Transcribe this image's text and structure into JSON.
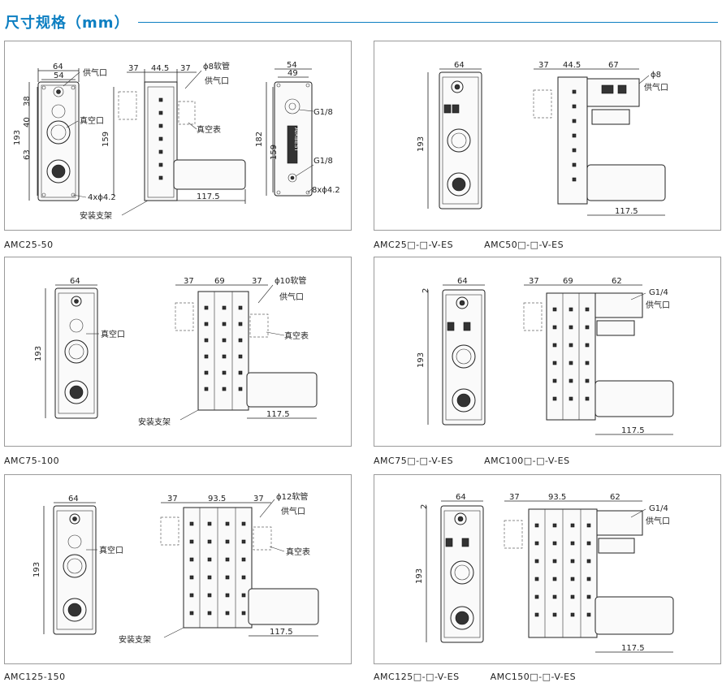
{
  "section_title": "尺寸规格（mm）",
  "panels": [
    {
      "caption": [
        "AMC25-50"
      ],
      "dims": {
        "a": "64",
        "b": "54",
        "c": "38",
        "d": "40",
        "e": "63",
        "h": "193",
        "i": "159",
        "j": "37",
        "k": "44.5",
        "l": "37",
        "m": "54",
        "n": "49",
        "o": "182",
        "p": "159",
        "q": "117.5"
      },
      "labels": {
        "supply": "供气口",
        "vacuum": "真空口",
        "hose": "ϕ8软管",
        "supply2": "供气口",
        "gauge": "真空表",
        "bracket": "安装支架",
        "holes": "4xϕ4.2",
        "g1": "G1/8",
        "g2": "G1/8",
        "holes2": "8xϕ4.2",
        "brand": "AIRBEST"
      }
    },
    {
      "caption": [
        "AMC25□-□-V-ES",
        "AMC50□-□-V-ES"
      ],
      "dims": {
        "a": "64",
        "h": "193",
        "j": "37",
        "k": "44.5",
        "l": "67",
        "q": "117.5"
      },
      "labels": {
        "phi": "ϕ8",
        "supply": "供气口"
      }
    },
    {
      "caption": [
        "AMC75-100"
      ],
      "dims": {
        "a": "64",
        "h": "193",
        "j": "37",
        "k": "69",
        "l": "37",
        "q": "117.5"
      },
      "labels": {
        "vacuum": "真空口",
        "hose": "ϕ10软管",
        "supply": "供气口",
        "gauge": "真空表",
        "bracket": "安装支架"
      }
    },
    {
      "caption": [
        "AMC75□-□-V-ES",
        "AMC100□-□-V-ES"
      ],
      "dims": {
        "a": "64",
        "t": "2",
        "h": "193",
        "j": "37",
        "k": "69",
        "l": "62",
        "q": "117.5"
      },
      "labels": {
        "g": "G1/4",
        "supply": "供气口"
      }
    },
    {
      "caption": [
        "AMC125-150"
      ],
      "dims": {
        "a": "64",
        "h": "193",
        "j": "37",
        "k": "93.5",
        "l": "37",
        "q": "117.5"
      },
      "labels": {
        "vacuum": "真空口",
        "hose": "ϕ12软管",
        "supply": "供气口",
        "gauge": "真空表",
        "bracket": "安装支架"
      }
    },
    {
      "caption": [
        "AMC125□-□-V-ES",
        "AMC150□-□-V-ES"
      ],
      "dims": {
        "a": "64",
        "t": "2",
        "h": "193",
        "j": "37",
        "k": "93.5",
        "l": "62",
        "q": "117.5"
      },
      "labels": {
        "g": "G1/4",
        "supply": "供气口"
      }
    }
  ]
}
